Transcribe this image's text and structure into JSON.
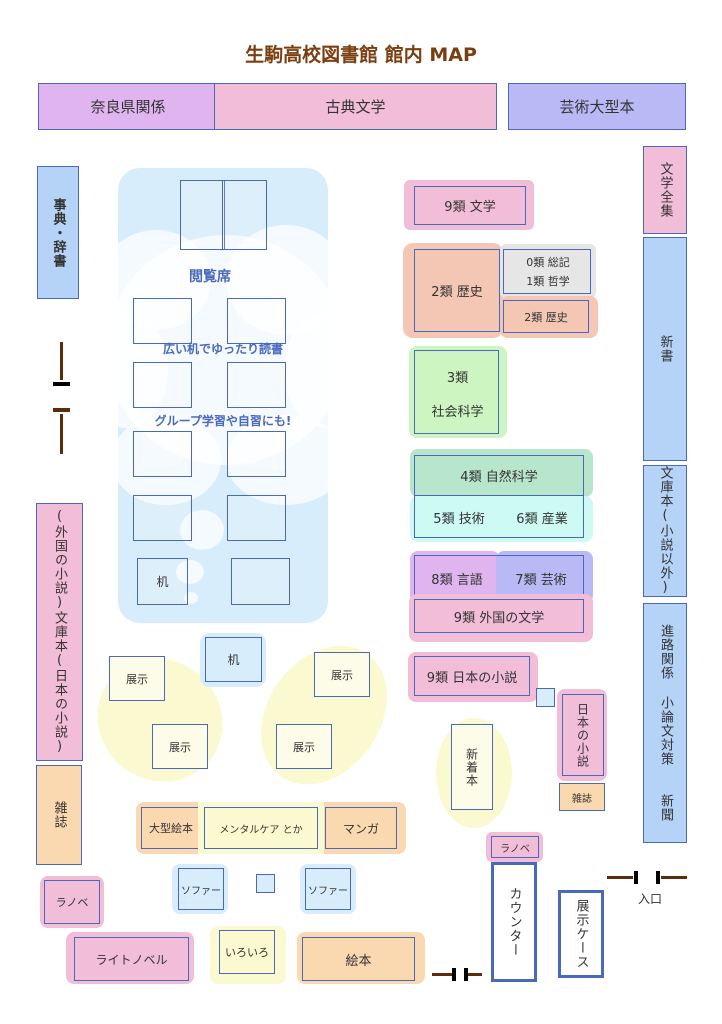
{
  "title": "生駒高校図書館 館内 MAP",
  "top_shelves": {
    "nara": "奈良県関係",
    "koten": "古典文学",
    "geijutsu_ogata": "芸術大型本"
  },
  "left_wall": {
    "jiten": "事典・辞書",
    "gaikoku_bunko": "(外国の小説)文庫本(日本の小説)",
    "zasshi": "雑誌"
  },
  "right_wall": {
    "bungaku_zenshu": "文学全集",
    "shinsho": "新書",
    "bunko_igai": "文庫本(小説以外)",
    "shinro": "進路関係 小論文対策",
    "shinbun": "新聞"
  },
  "reading_area": {
    "heading": "閲覧席",
    "line1": "広い机でゆったり読書",
    "line2": "グループ学習や自習にも!",
    "desk_label": "机"
  },
  "center_shelves": {
    "c9_bungaku": "9類 文学",
    "c2_rekishi": "2類 歴史",
    "c0_soki": "0類 総記",
    "c1_tetsugaku": "1類 哲学",
    "c2_rekishi_small": "2類 歴史",
    "c3_line1": "3類",
    "c3_line2": "社会科学",
    "c4": "4類 自然科学",
    "c5": "5類 技術",
    "c6": "6類 産業",
    "c8": "8類 言語",
    "c7": "7類 芸術",
    "c9_gaikoku": "9類 外国の文学",
    "c9_nihon": "9類 日本の小説"
  },
  "lower_area": {
    "desk": "机",
    "tenji": "展示",
    "shinchaku": "新着本",
    "nihon_shosetsu": "日本の小説",
    "zasshi_small": "雑誌",
    "ogata_ehon": "大型絵本",
    "mental": "メンタルケア とか",
    "manga": "マンガ",
    "sofa": "ソファー",
    "ranobe": "ラノベ",
    "light_novel": "ライトノベル",
    "iroiro": "いろいろ",
    "ehon": "絵本",
    "counter": "カウンター",
    "tenji_case": "展示ケース",
    "entrance": "入口"
  },
  "colors": {
    "purple": "#e0b5ef",
    "pink": "#f2bdd6",
    "lavender": "#b9b9f5",
    "blue": "#b5d2f7",
    "salmon": "#f3c7b3",
    "gray": "#e6e6e6",
    "green": "#cdf5c2",
    "teal": "#b8e6cc",
    "cyan": "#cdfaf2",
    "orange": "#fad9b0",
    "yellow": "#fbf9cf",
    "skyblue": "#d7edfb",
    "wall_brown": "#5c2c0c",
    "title_brown": "#7a3e10",
    "border_blue": "#4a69bd"
  }
}
